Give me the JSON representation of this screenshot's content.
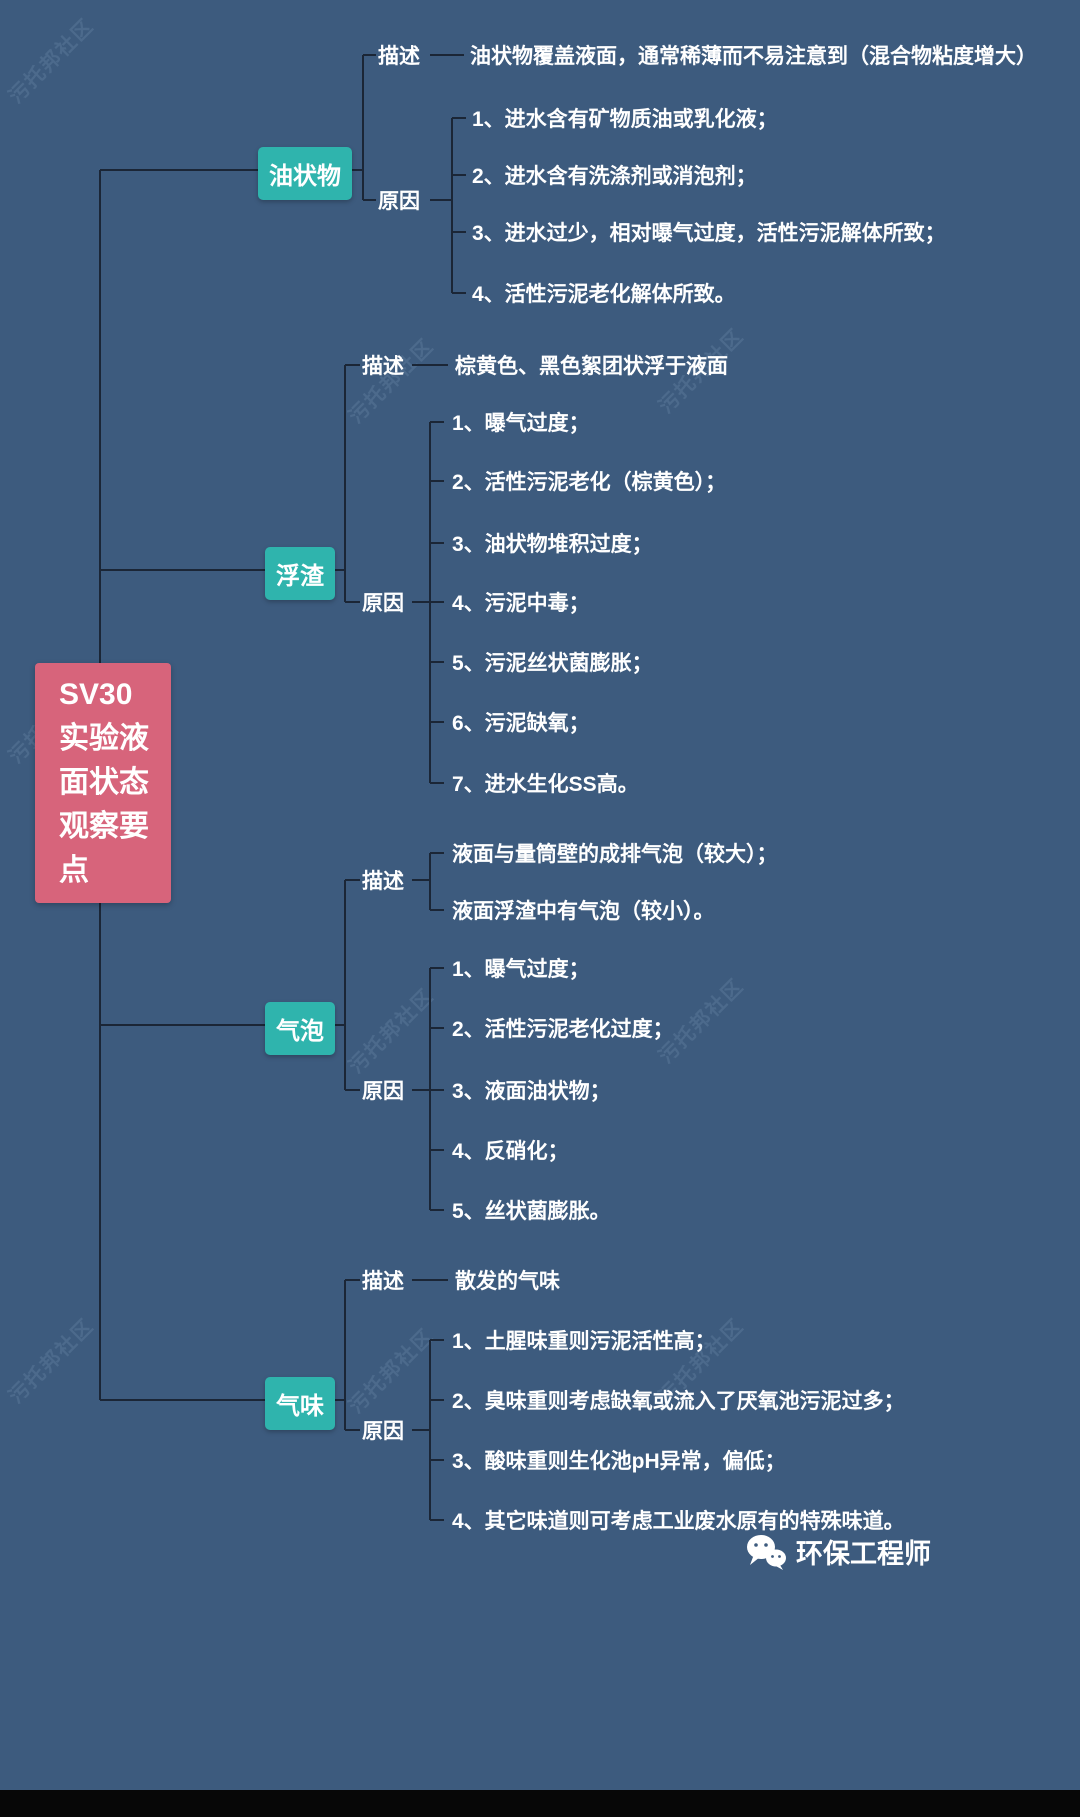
{
  "title": "SV30实验液面状态观察要点思维导图",
  "root_label": "SV30\n实验液\n面状态\n观察要\n点",
  "describe_label": "描述",
  "cause_label": "原因",
  "watermark": "污托邦社区",
  "footer_brand": "环保工程师",
  "colors": {
    "background": "#3d5b7e",
    "root_node": "#d7647b",
    "branch_node": "#2fb4ad",
    "connector_line": "#1b2636",
    "text": "#ffffff",
    "bottom_bar": "#070707"
  },
  "branches": [
    {
      "name": "油状物",
      "describe": [
        "油状物覆盖液面，通常稀薄而不易注意到（混合物粘度增大）"
      ],
      "causes": [
        "1、进水含有矿物质油或乳化液；",
        "2、进水含有洗涤剂或消泡剂；",
        "3、进水过少，相对曝气过度，活性污泥解体所致；",
        "4、活性污泥老化解体所致。"
      ]
    },
    {
      "name": "浮渣",
      "describe": [
        "棕黄色、黑色絮团状浮于液面"
      ],
      "causes": [
        "1、曝气过度；",
        "2、活性污泥老化（棕黄色）；",
        "3、油状物堆积过度；",
        "4、污泥中毒；",
        "5、污泥丝状菌膨胀；",
        "6、污泥缺氧；",
        "7、进水生化SS高。"
      ]
    },
    {
      "name": "气泡",
      "describe": [
        "液面与量筒壁的成排气泡（较大）；",
        "液面浮渣中有气泡（较小）。"
      ],
      "causes": [
        "1、曝气过度；",
        "2、活性污泥老化过度；",
        "3、液面油状物；",
        "4、反硝化；",
        "5、丝状菌膨胀。"
      ]
    },
    {
      "name": "气味",
      "describe": [
        "散发的气味"
      ],
      "causes": [
        "1、土腥味重则污泥活性高；",
        "2、臭味重则考虑缺氧或流入了厌氧池污泥过多；",
        "3、酸味重则生化池pH异常，偏低；",
        "4、其它味道则可考虑工业废水原有的特殊味道。"
      ]
    }
  ]
}
